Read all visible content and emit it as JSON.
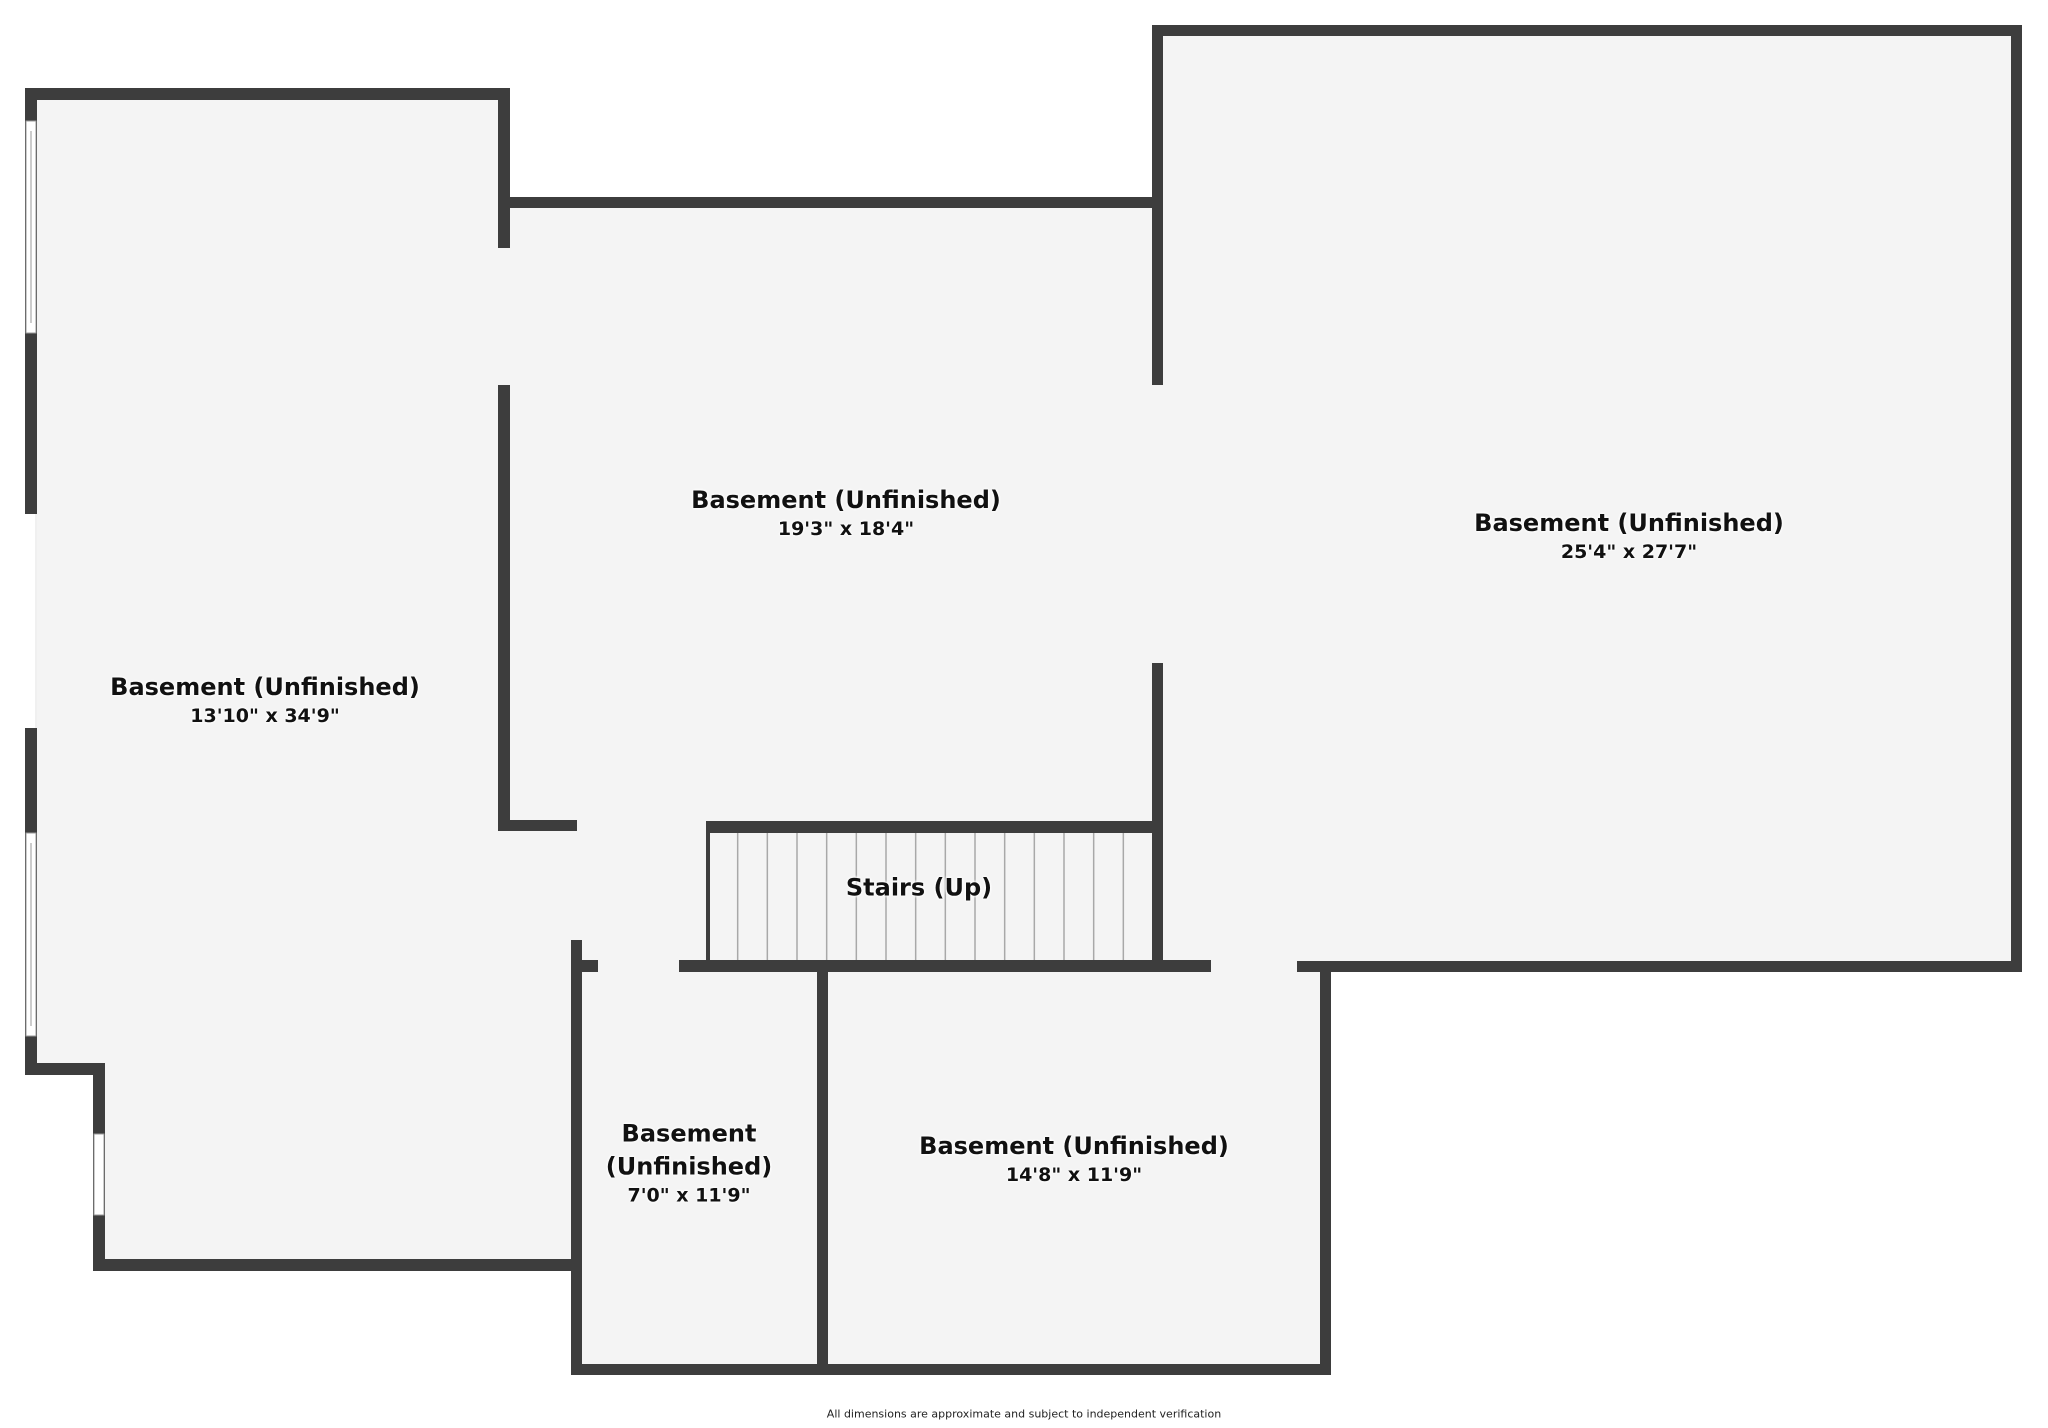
{
  "plan": {
    "colors": {
      "wall": "#3d3d3d",
      "floor": "#f4f4f4",
      "background": "#ffffff",
      "stair_tread": "#a8a8a8"
    },
    "rooms": [
      {
        "id": "left",
        "name": "Basement (Unfinished)",
        "dimensions": "13'10\" x 34'9\""
      },
      {
        "id": "center",
        "name": "Basement (Unfinished)",
        "dimensions": "19'3\" x 18'4\""
      },
      {
        "id": "right",
        "name": "Basement (Unfinished)",
        "dimensions": "25'4\" x 27'7\""
      },
      {
        "id": "small",
        "name_line1": "Basement",
        "name_line2": "(Unfinished)",
        "dimensions": "7'0\" x 11'9\""
      },
      {
        "id": "bottom",
        "name": "Basement (Unfinished)",
        "dimensions": "14'8\" x 11'9\""
      }
    ],
    "stairs": {
      "label": "Stairs (Up)",
      "tread_count": 15
    },
    "footer": "All dimensions are approximate and subject to independent verification"
  }
}
